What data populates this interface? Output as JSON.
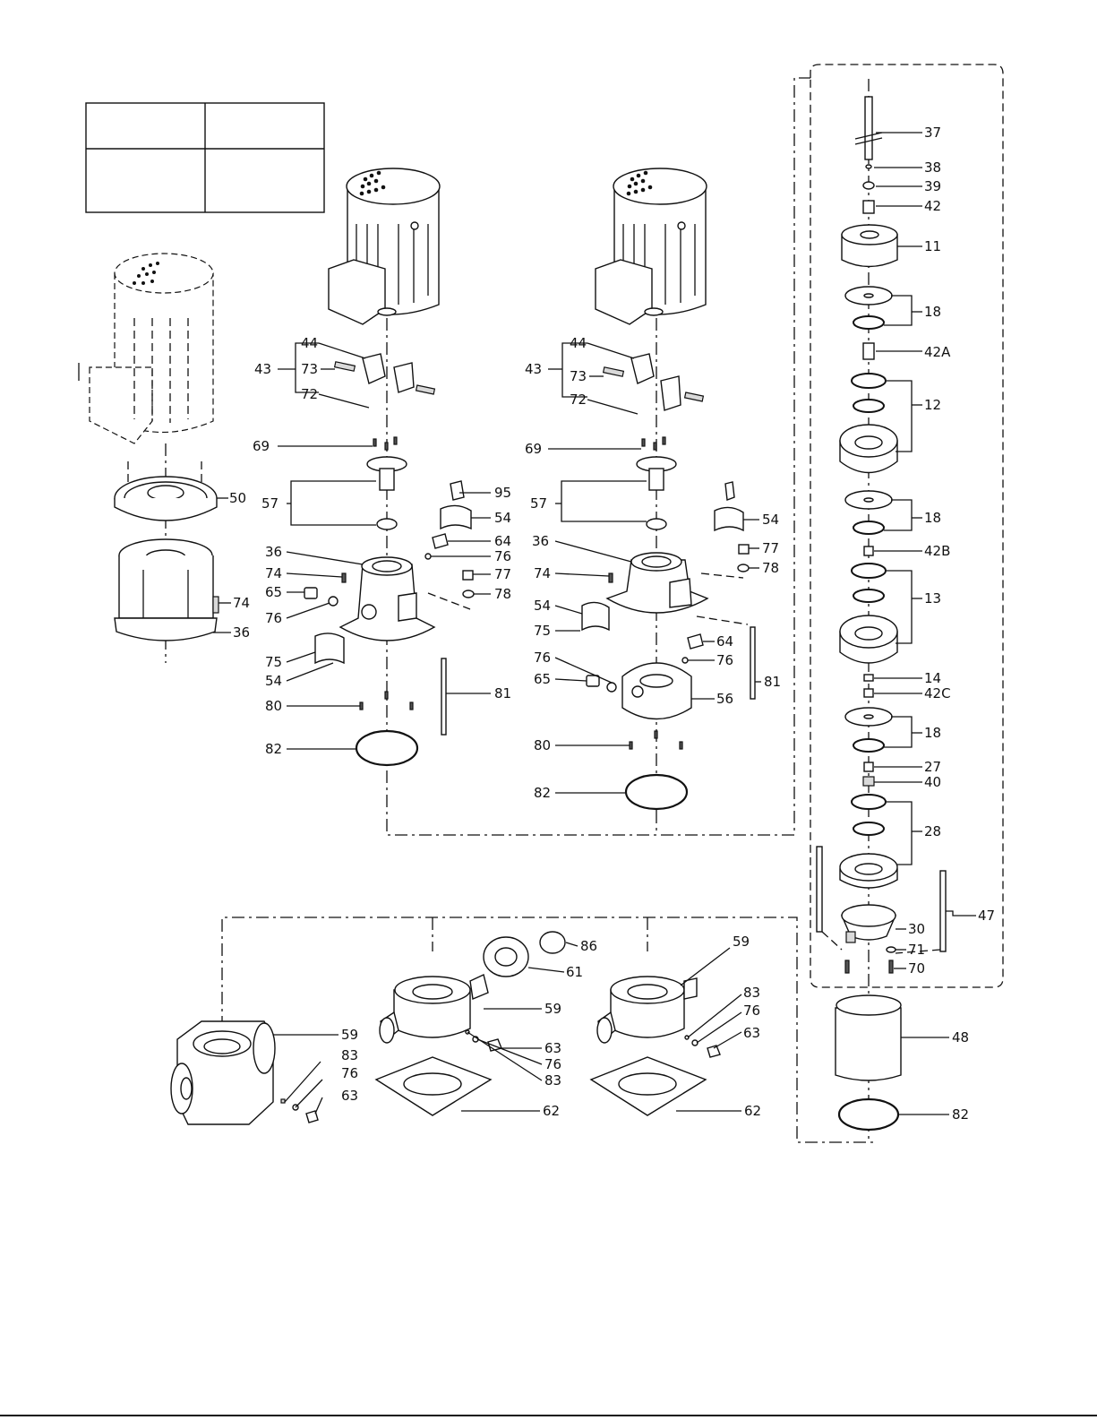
{
  "legend_table": {
    "rows": [
      [
        "",
        ""
      ],
      [
        "",
        ""
      ]
    ]
  },
  "callouts": [
    {
      "id": "c37",
      "text": "37"
    },
    {
      "id": "c38",
      "text": "38"
    },
    {
      "id": "c39",
      "text": "39"
    },
    {
      "id": "c42",
      "text": "42"
    },
    {
      "id": "c11",
      "text": "11"
    },
    {
      "id": "c18a",
      "text": "18"
    },
    {
      "id": "c42A",
      "text": "42A"
    },
    {
      "id": "c12",
      "text": "12"
    },
    {
      "id": "c18b",
      "text": "18"
    },
    {
      "id": "c42B",
      "text": "42B"
    },
    {
      "id": "c13",
      "text": "13"
    },
    {
      "id": "c14",
      "text": "14"
    },
    {
      "id": "c42C",
      "text": "42C"
    },
    {
      "id": "c18c",
      "text": "18"
    },
    {
      "id": "c27",
      "text": "27"
    },
    {
      "id": "c40",
      "text": "40"
    },
    {
      "id": "c28",
      "text": "28"
    },
    {
      "id": "c47",
      "text": "47"
    },
    {
      "id": "c30",
      "text": "30"
    },
    {
      "id": "c71",
      "text": "71"
    },
    {
      "id": "c70",
      "text": "70"
    },
    {
      "id": "c48",
      "text": "48"
    },
    {
      "id": "c82r",
      "text": "82"
    },
    {
      "id": "c50",
      "text": "50"
    },
    {
      "id": "c74l",
      "text": "74"
    },
    {
      "id": "c36l",
      "text": "36"
    },
    {
      "id": "c44a",
      "text": "44"
    },
    {
      "id": "c43a",
      "text": "43"
    },
    {
      "id": "c73a",
      "text": "73"
    },
    {
      "id": "c72a",
      "text": "72"
    },
    {
      "id": "c69a",
      "text": "69"
    },
    {
      "id": "c57a",
      "text": "57"
    },
    {
      "id": "c95",
      "text": "95"
    },
    {
      "id": "c54a",
      "text": "54"
    },
    {
      "id": "c64a",
      "text": "64"
    },
    {
      "id": "c76a",
      "text": "76"
    },
    {
      "id": "c36a",
      "text": "36"
    },
    {
      "id": "c74a",
      "text": "74"
    },
    {
      "id": "c77a",
      "text": "77"
    },
    {
      "id": "c65a",
      "text": "65"
    },
    {
      "id": "c78a",
      "text": "78"
    },
    {
      "id": "c76b",
      "text": "76"
    },
    {
      "id": "c75a",
      "text": "75"
    },
    {
      "id": "c54b",
      "text": "54"
    },
    {
      "id": "c81a",
      "text": "81"
    },
    {
      "id": "c80a",
      "text": "80"
    },
    {
      "id": "c82a",
      "text": "82"
    },
    {
      "id": "c44b",
      "text": "44"
    },
    {
      "id": "c43b",
      "text": "43"
    },
    {
      "id": "c73b",
      "text": "73"
    },
    {
      "id": "c72b",
      "text": "72"
    },
    {
      "id": "c69b",
      "text": "69"
    },
    {
      "id": "c57b",
      "text": "57"
    },
    {
      "id": "c54c",
      "text": "54"
    },
    {
      "id": "c77b",
      "text": "77"
    },
    {
      "id": "c36b",
      "text": "36"
    },
    {
      "id": "c78b",
      "text": "78"
    },
    {
      "id": "c74b",
      "text": "74"
    },
    {
      "id": "c54d",
      "text": "54"
    },
    {
      "id": "c75b",
      "text": "75"
    },
    {
      "id": "c64b",
      "text": "64"
    },
    {
      "id": "c76c",
      "text": "76"
    },
    {
      "id": "c76d",
      "text": "76"
    },
    {
      "id": "c81b",
      "text": "81"
    },
    {
      "id": "c65b",
      "text": "65"
    },
    {
      "id": "c56",
      "text": "56"
    },
    {
      "id": "c80b",
      "text": "80"
    },
    {
      "id": "c82b",
      "text": "82"
    },
    {
      "id": "c86",
      "text": "86"
    },
    {
      "id": "c61",
      "text": "61"
    },
    {
      "id": "c59a",
      "text": "59"
    },
    {
      "id": "c59b",
      "text": "59"
    },
    {
      "id": "c59c",
      "text": "59"
    },
    {
      "id": "c83a",
      "text": "83"
    },
    {
      "id": "c76e",
      "text": "76"
    },
    {
      "id": "c63a",
      "text": "63"
    },
    {
      "id": "c63b",
      "text": "63"
    },
    {
      "id": "c76f",
      "text": "76"
    },
    {
      "id": "c83b",
      "text": "83"
    },
    {
      "id": "c62a",
      "text": "62"
    },
    {
      "id": "c83c",
      "text": "83"
    },
    {
      "id": "c76g",
      "text": "76"
    },
    {
      "id": "c63c",
      "text": "63"
    },
    {
      "id": "c62b",
      "text": "62"
    }
  ]
}
